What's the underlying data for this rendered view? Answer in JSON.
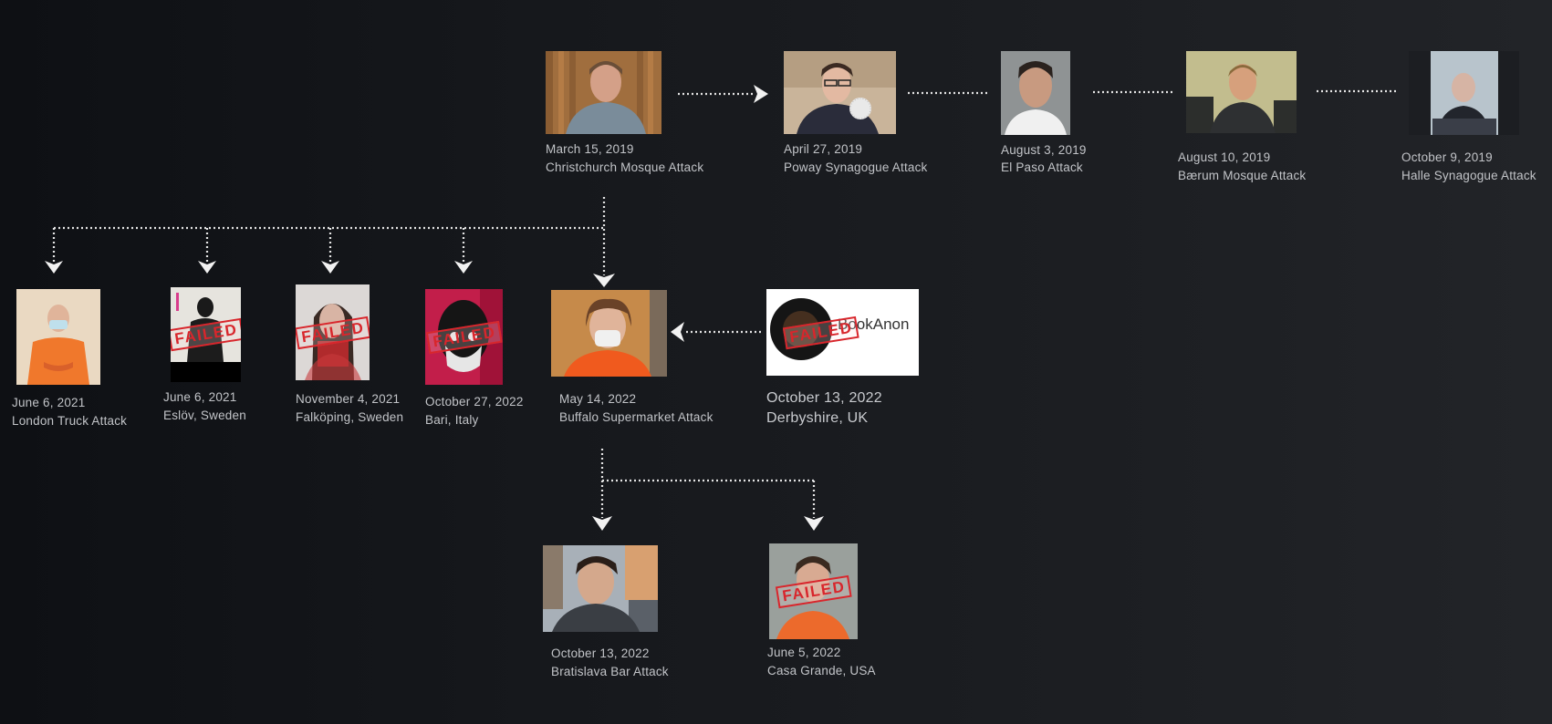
{
  "events": [
    {
      "id": "christchurch",
      "date": "March 15, 2019",
      "title": "Christchurch Mosque Attack",
      "failed": false,
      "photo": "courtroom-portrait"
    },
    {
      "id": "poway",
      "date": "April 27, 2019",
      "title": "Poway Synagogue Attack",
      "failed": false,
      "photo": "portrait-glasses"
    },
    {
      "id": "elpaso",
      "date": "August 3, 2019",
      "title": "El Paso Attack",
      "failed": false,
      "photo": "mugshot"
    },
    {
      "id": "baerum",
      "date": "August 10, 2019",
      "title": "Bærum Mosque Attack",
      "failed": false,
      "photo": "court-portrait"
    },
    {
      "id": "halle",
      "date": "October 9, 2019",
      "title": "Halle Synagogue Attack",
      "failed": false,
      "photo": "courtroom-seated"
    },
    {
      "id": "london",
      "date": "June 6, 2021",
      "title": "London Truck Attack",
      "failed": false,
      "photo": "orange-jumpsuit"
    },
    {
      "id": "eslov",
      "date": "June 6, 2021",
      "title": "Eslöv, Sweden",
      "failed": true,
      "photo": "masked-figure"
    },
    {
      "id": "falkoping",
      "date": "November 4, 2021",
      "title": "Falköping, Sweden",
      "failed": true,
      "photo": "portrait-long-hair"
    },
    {
      "id": "bari",
      "date": "October 27, 2022",
      "title": "Bari, Italy",
      "failed": true,
      "photo": "skull-mask"
    },
    {
      "id": "buffalo",
      "date": "May 14, 2022",
      "title": "Buffalo Supermarket Attack",
      "failed": false,
      "photo": "face-mask-portrait"
    },
    {
      "id": "derbyshire",
      "date": "October 13, 2022",
      "title": "Derbyshire, UK",
      "failed": true,
      "photo": "logo",
      "logo_text": "BookAnon"
    },
    {
      "id": "bratislava",
      "date": "October 13, 2022",
      "title": "Bratislava Bar Attack",
      "failed": false,
      "photo": "selfie-street"
    },
    {
      "id": "casagrande",
      "date": "June 5, 2022",
      "title": "Casa Grande, USA",
      "failed": true,
      "photo": "mugshot-orange"
    }
  ],
  "stamp_text": "FAILED",
  "connections": [
    {
      "from": "christchurch",
      "to": "poway",
      "arrow": true
    },
    {
      "from": "poway",
      "to": "elpaso",
      "arrow": false
    },
    {
      "from": "elpaso",
      "to": "baerum",
      "arrow": false
    },
    {
      "from": "baerum",
      "to": "halle",
      "arrow": false
    },
    {
      "from": "christchurch",
      "to": "london",
      "arrow": true
    },
    {
      "from": "christchurch",
      "to": "eslov",
      "arrow": true
    },
    {
      "from": "christchurch",
      "to": "falkoping",
      "arrow": true
    },
    {
      "from": "christchurch",
      "to": "bari",
      "arrow": true
    },
    {
      "from": "christchurch",
      "to": "buffalo",
      "arrow": true
    },
    {
      "from": "derbyshire",
      "to": "buffalo",
      "arrow": true
    },
    {
      "from": "buffalo",
      "to": "bratislava",
      "arrow": true
    },
    {
      "from": "buffalo",
      "to": "casagrande",
      "arrow": true
    }
  ],
  "colors": {
    "background": "#16181c",
    "text": "#c2c4c8",
    "connector": "#e4e4e4",
    "failed_stamp": "#d8262c"
  }
}
